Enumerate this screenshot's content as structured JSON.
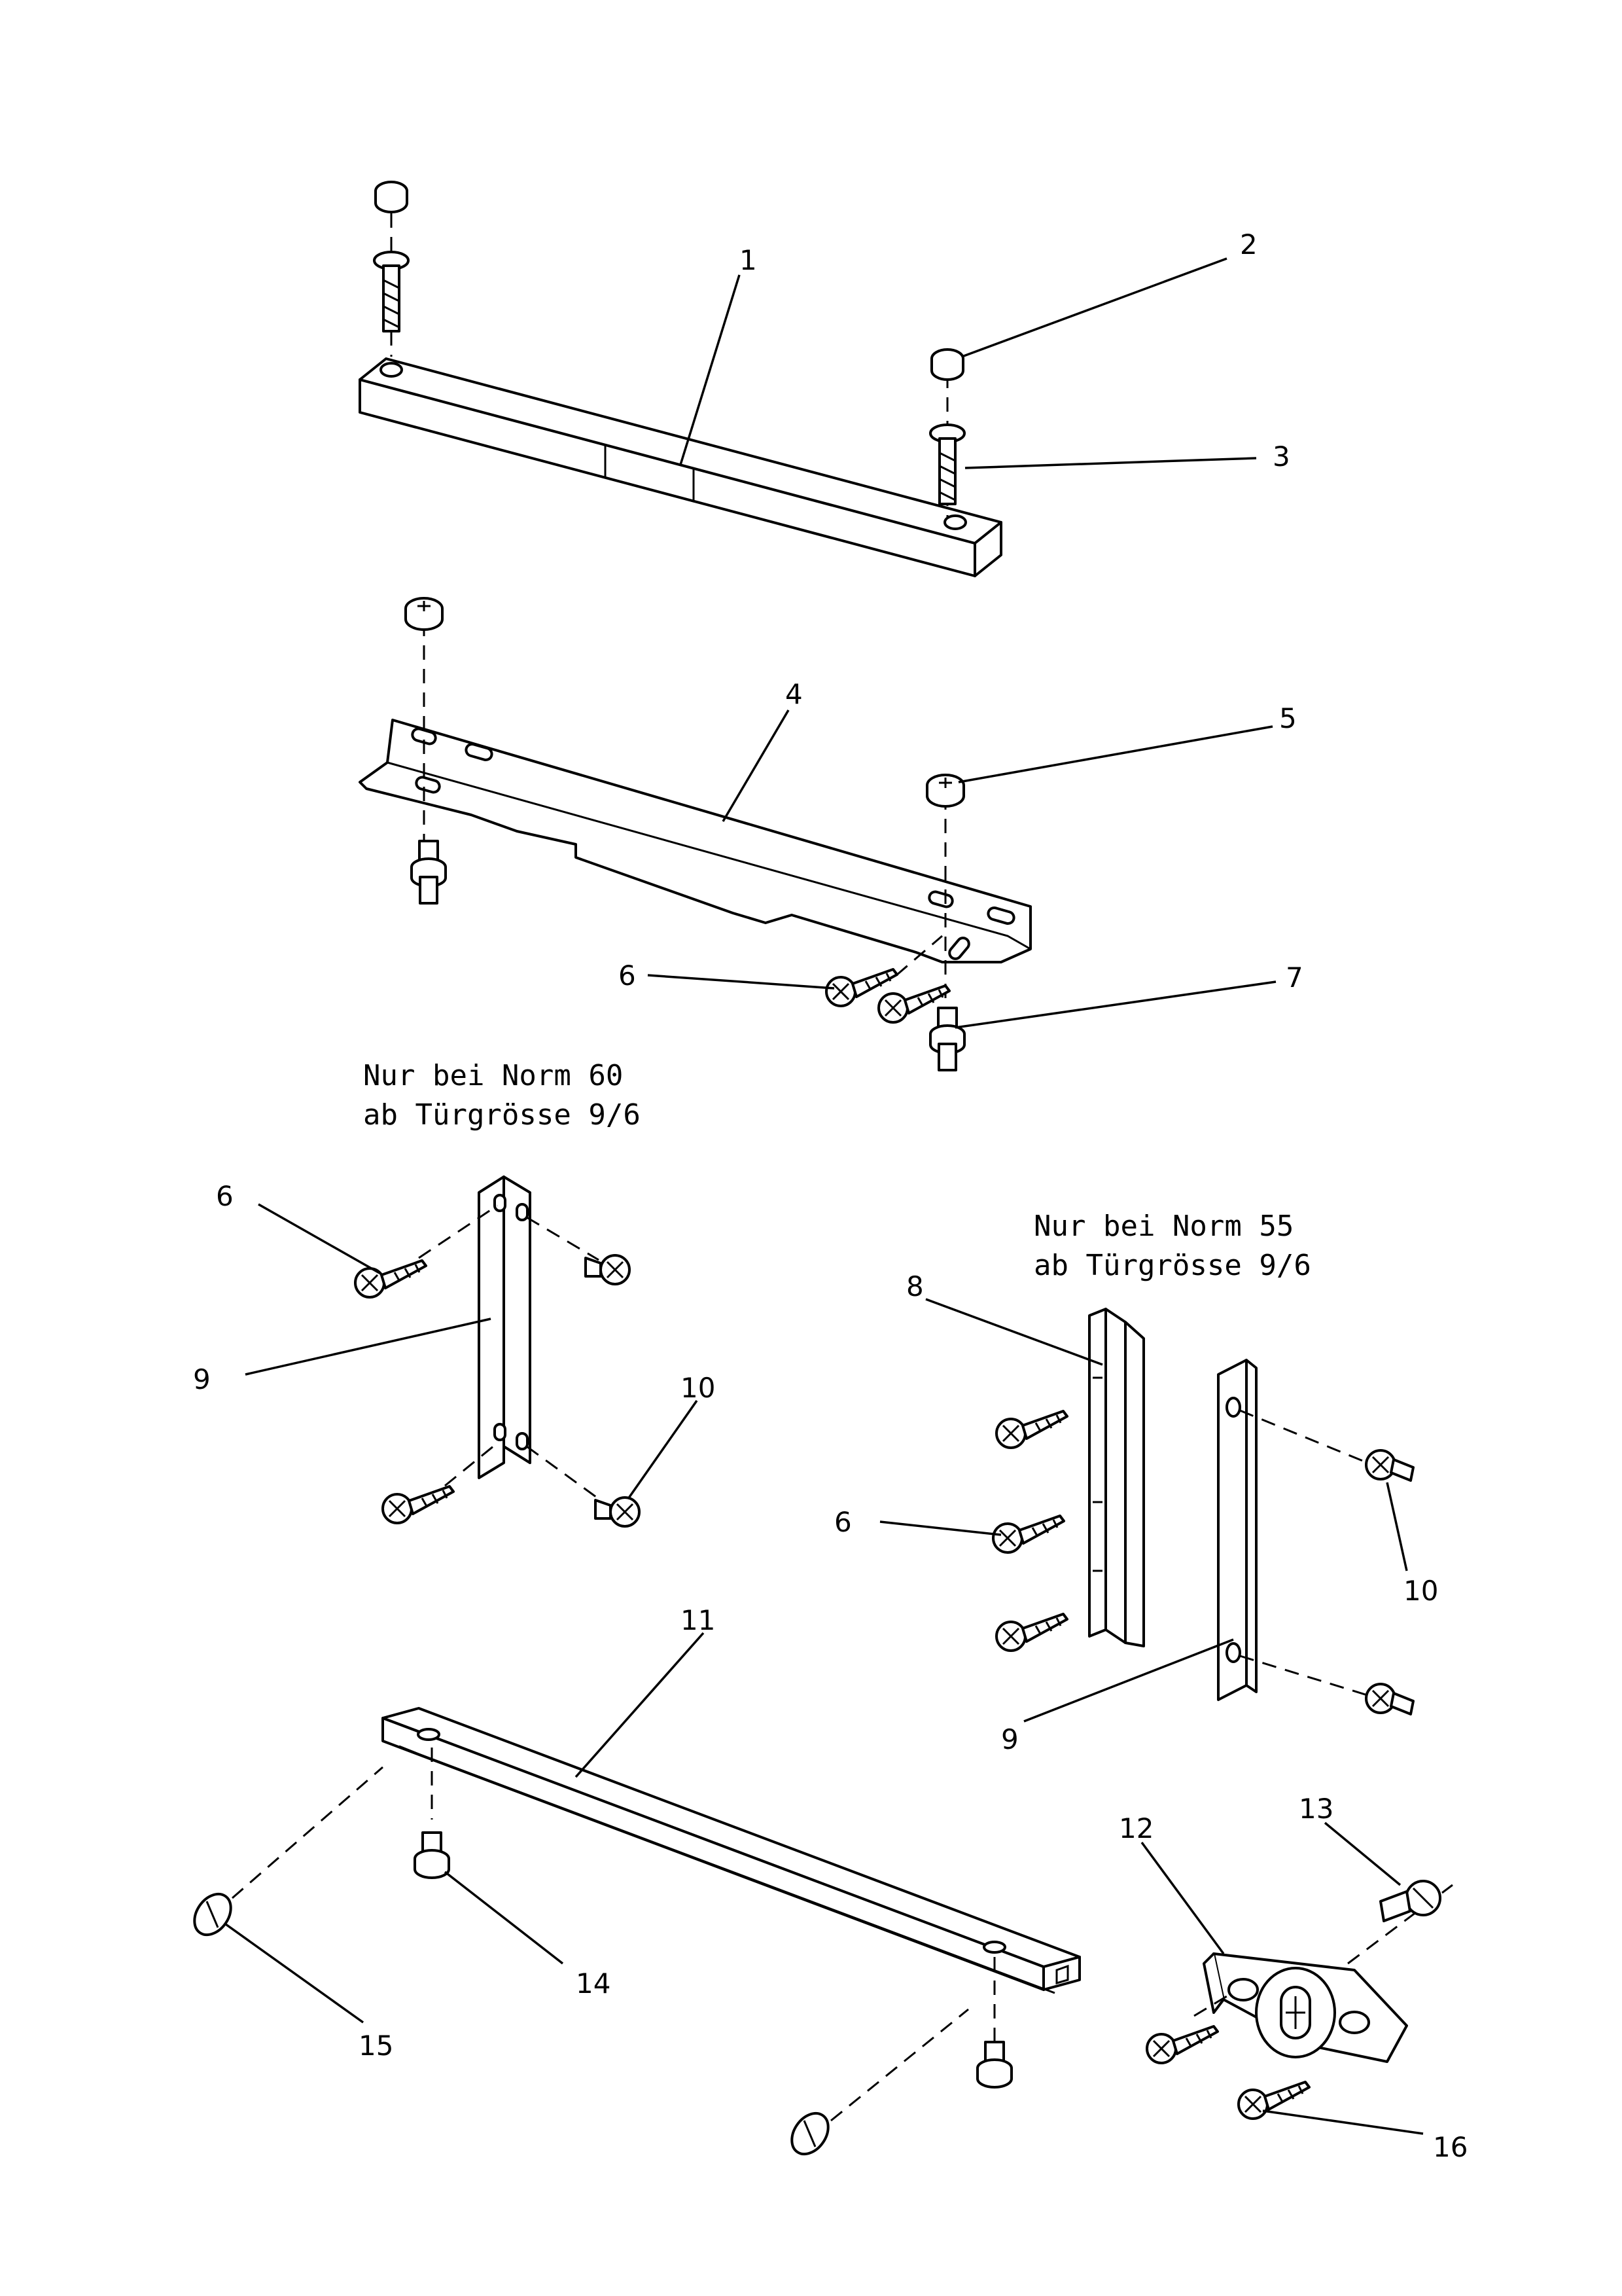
{
  "callouts": {
    "c1": "1",
    "c2": "2",
    "c3": "3",
    "c4": "4",
    "c5": "5",
    "c6a": "6",
    "c6b": "6",
    "c6c": "6",
    "c7": "7",
    "c8": "8",
    "c9a": "9",
    "c9b": "9",
    "c10a": "10",
    "c10b": "10",
    "c11": "11",
    "c12": "12",
    "c13": "13",
    "c14": "14",
    "c15": "15",
    "c16": "16"
  },
  "notes": {
    "norm60_line1": "Nur bei Norm 60",
    "norm60_line2": "ab Türgrösse 9/6",
    "norm55_line1": "Nur bei Norm 55",
    "norm55_line2": "ab Türgrösse 9/6"
  }
}
